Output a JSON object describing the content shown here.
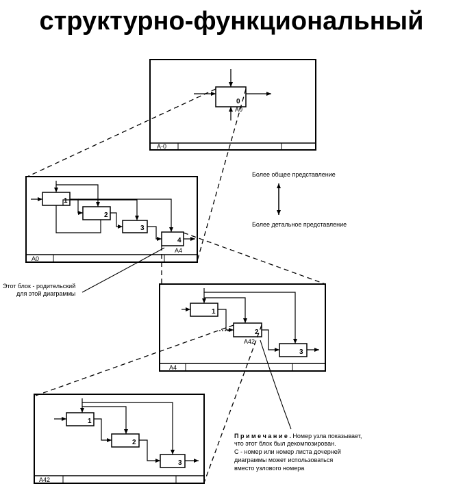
{
  "title": "структурно-функциональный",
  "diagrams": {
    "a0_top": {
      "node": "A-0",
      "box_num": "0",
      "box_label": "A0"
    },
    "a0": {
      "node": "A0",
      "boxes": [
        "1",
        "2",
        "3",
        "4"
      ],
      "box4_label": "A4"
    },
    "a4": {
      "node": "A4",
      "boxes": [
        "1",
        "2",
        "3"
      ],
      "box2_label": "A42"
    },
    "a42": {
      "node": "A42",
      "boxes": [
        "1",
        "2",
        "3"
      ]
    }
  },
  "legend": {
    "top": "Более общее представление",
    "bottom": "Более детальное представление"
  },
  "annotations": {
    "parent_line1": "Этот блок - родительский",
    "parent_line2": "для этой диаграммы",
    "note_head": "П р и м е ч а н и е .",
    "note_line1": " Номер узла показывает,",
    "note_line2": "что этот блок был декомпозирован.",
    "note_line3": "С - номер или номер листа дочерней",
    "note_line4": "диаграммы может использоваться",
    "note_line5": "вместо узлового номера"
  }
}
